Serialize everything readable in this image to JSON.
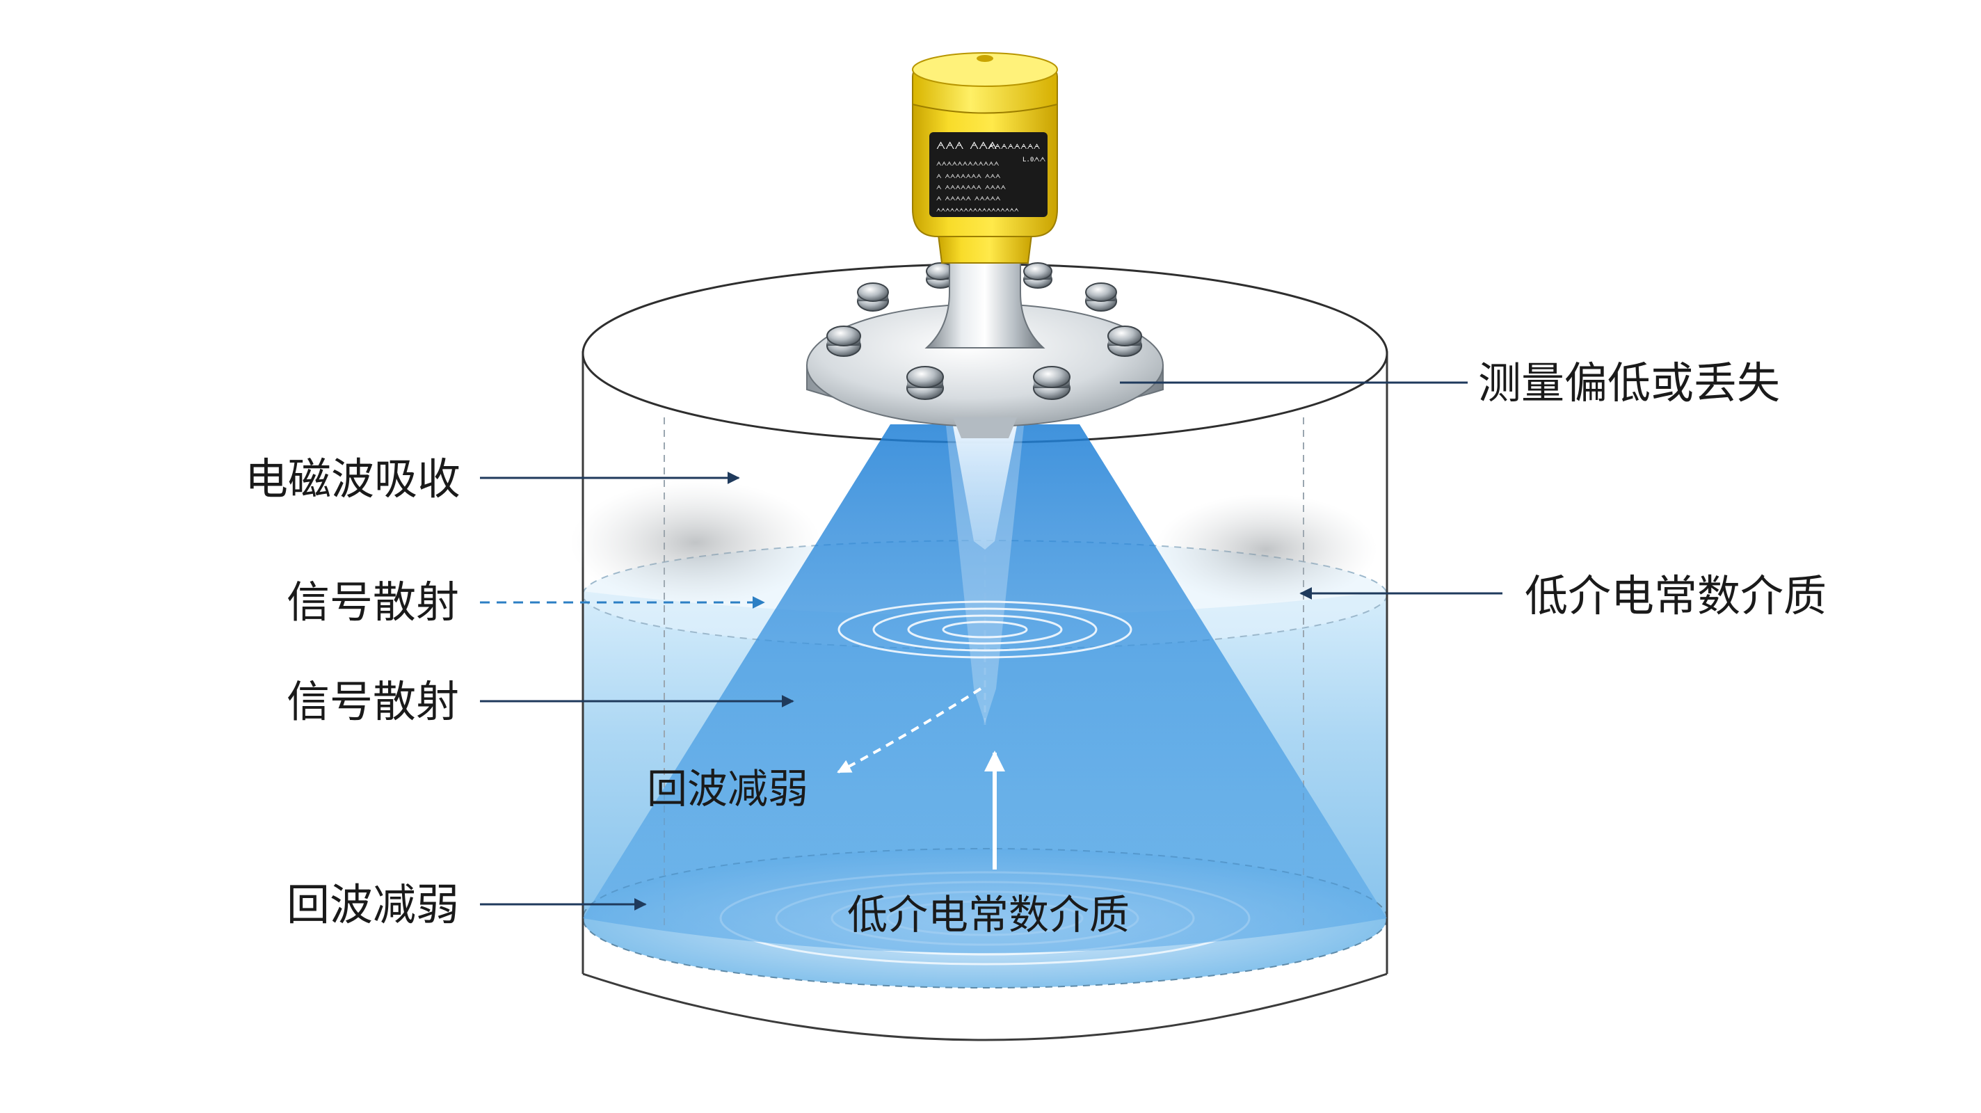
{
  "labels": {
    "top_right": "测量偏低或丢失",
    "left_1": "电磁波吸收",
    "left_2": "信号散射",
    "left_3": "信号散射",
    "left_4": "回波减弱",
    "right_mid": "低介电常数介质",
    "inner_echo": "回波减弱",
    "inner_medium": "低介电常数介质"
  },
  "nameplate": {
    "brand": "ᗅᗅᗅ ᗅᗅᗅ",
    "model": "ᗅᗅᗅᗅᗅᗅᗅᗅ",
    "code": "L.0ᗅᗅ",
    "row_1": "ᗅᗅᗅᗅᗅᗅᗅᗅᗅᗅᗅᗅ",
    "row_2": "ᗅ ᗅᗅᗅᗅᗅᗅᗅ  ᗅᗅᗅ",
    "row_3": "ᗅ ᗅᗅᗅᗅᗅᗅᗅ   ᗅᗅᗅᗅ",
    "row_4": "ᗅ ᗅᗅᗅᗅᗅ     ᗅᗅᗅᗅᗅ",
    "row_5": "ᗅᗅᗅᗅᗅᗅᗅᗅᗅᗅᗅᗅᗅᗅᗅᗅᗅᗅ"
  },
  "colors": {
    "sensor_housing": "#f2d21c",
    "beam": "#2f8fdc",
    "liquid": "#9ccdf0",
    "label_arrow": "#1f3a5c",
    "text": "#1a1a1a"
  }
}
